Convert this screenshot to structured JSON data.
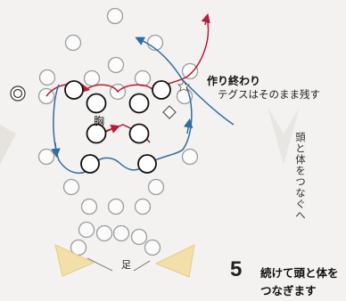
{
  "labels": {
    "finish": "作り終わり",
    "finish_note": "テグスはそのまま残す",
    "chest": "胸",
    "foot": "足",
    "vertical_note": "頭と体をつなぐへ",
    "step_number": "5",
    "step_line1": "続けて頭と体を",
    "step_line2": "つなぎます"
  },
  "colors": {
    "thread_red": "#b51e34",
    "thread_blue": "#2f6da3",
    "bead_outline": "#9c9c9c",
    "bead_bold": "#111111",
    "foot_fill": "#f3e0a8"
  },
  "icons": {
    "start_marker": "double-circle-icon",
    "chest_marker": "diamond-icon",
    "finish_marker": "star-icon",
    "direction_hint": "down-chevron-icon"
  }
}
